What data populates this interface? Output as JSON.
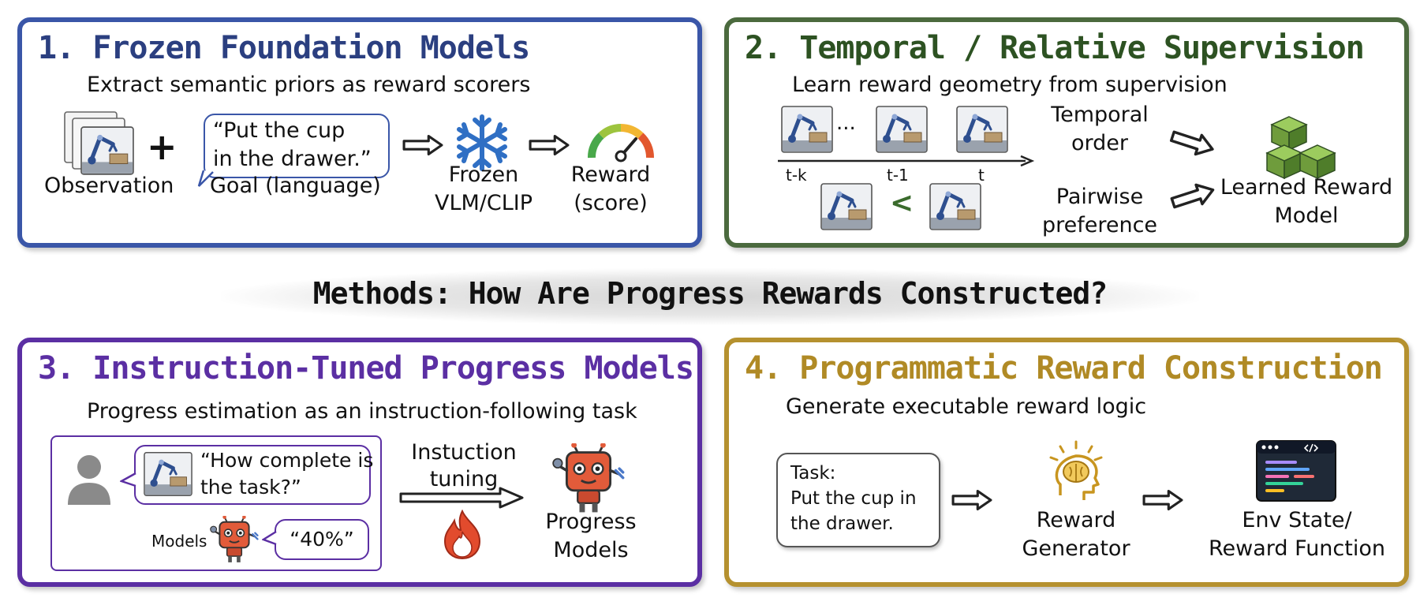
{
  "colors": {
    "panel1": "#3a56a8",
    "panel2": "#4b6a3e",
    "panel3": "#5b2fa3",
    "panel4": "#b5912f"
  },
  "center_title": "Methods: How Are Progress Rewards Constructed?",
  "panel1": {
    "title": "1. Frozen Foundation Models",
    "subtitle": "Extract semantic priors as reward scorers",
    "plus": "+",
    "goal_text": [
      "“Put the cup",
      "in the drawer.”"
    ],
    "labels": {
      "observation": "Observation",
      "goal": "Goal (language)",
      "frozen_line1": "Frozen",
      "frozen_line2": "VLM/CLIP",
      "reward_line1": "Reward",
      "reward_line2": "(score)"
    },
    "icons": [
      "image-stack-icon",
      "snowflake-icon",
      "gauge-icon",
      "arrow-right-icon"
    ]
  },
  "panel2": {
    "title": "2. Temporal / Relative Supervision",
    "subtitle": "Learn reward geometry from supervision",
    "ellipsis": "...",
    "ticks": [
      "t-k",
      "t-1",
      "t"
    ],
    "less_than": "<",
    "labels": {
      "temporal_line1": "Temporal",
      "temporal_line2": "order",
      "pairwise_line1": "Pairwise",
      "pairwise_line2": "preference",
      "learned_line1": "Learned Reward",
      "learned_line2": "Model"
    },
    "icons": [
      "robot-frame-icon",
      "cubes-icon",
      "arrow-right-icon"
    ]
  },
  "panel3": {
    "title": "3. Instruction-Tuned Progress Models",
    "subtitle": "Progress estimation as an instruction-following task",
    "question": [
      "“How complete is",
      "the task?”"
    ],
    "models_label": "Models",
    "answer": "“40%”",
    "labels": {
      "instruction_line1": "Instuction",
      "instruction_line2": "tuning",
      "progress_line1": "Progress",
      "progress_line2": "Models"
    },
    "icons": [
      "user-icon",
      "robot-mascot-icon",
      "fire-icon",
      "arrow-right-icon"
    ]
  },
  "panel4": {
    "title": "4. Programmatic Reward Construction",
    "subtitle": "Generate executable reward logic",
    "task_box": [
      "Task:",
      "Put the cup in",
      "the drawer."
    ],
    "labels": {
      "generator_line1": "Reward",
      "generator_line2": "Generator",
      "env_line1": "Env State/",
      "env_line2": "Reward Function"
    },
    "icons": [
      "brain-head-icon",
      "code-window-icon",
      "arrow-right-icon"
    ]
  }
}
